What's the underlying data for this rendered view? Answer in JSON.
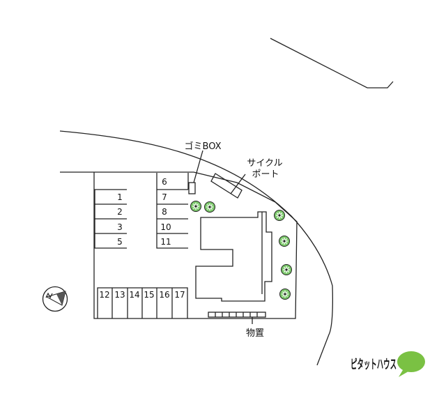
{
  "labels": {
    "garbage_box": "ゴミBOX",
    "cycle_port_line1": "サイクル",
    "cycle_port_line2": "ポート",
    "storage": "物置"
  },
  "logo": {
    "text": "ピタットハウス",
    "accent_color": "#7ac143"
  },
  "parking": {
    "left_column": [
      "1",
      "2",
      "3",
      "5"
    ],
    "middle_column": [
      "6",
      "7",
      "8",
      "10",
      "11"
    ],
    "bottom_row": [
      "12",
      "13",
      "14",
      "15",
      "16",
      "17"
    ]
  },
  "colors": {
    "line": "#222222",
    "tree_fill": "#7cc96b",
    "background": "#ffffff"
  }
}
